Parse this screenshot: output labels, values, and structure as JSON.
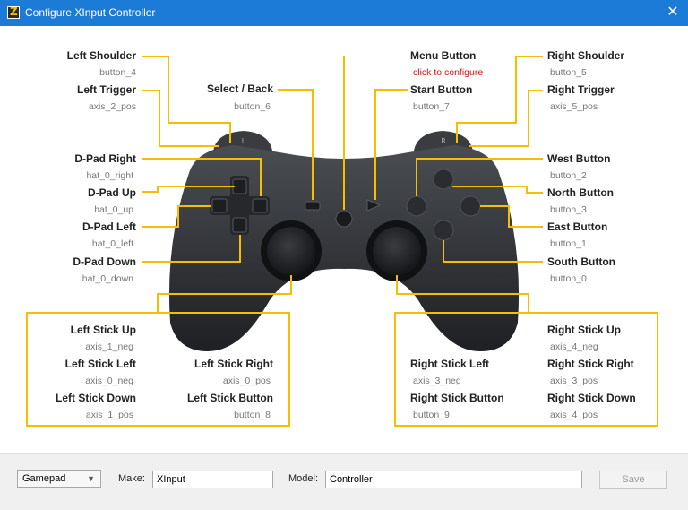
{
  "window": {
    "title": "Configure XInput Controller",
    "close": "✕"
  },
  "labels": {
    "left_shoulder": {
      "name": "Left Shoulder",
      "value": "button_4"
    },
    "left_trigger": {
      "name": "Left Trigger",
      "value": "axis_2_pos"
    },
    "select_back": {
      "name": "Select / Back",
      "value": "button_6"
    },
    "menu_button": {
      "name": "Menu Button",
      "value": "click to configure"
    },
    "start_button": {
      "name": "Start Button",
      "value": "button_7"
    },
    "right_shoulder": {
      "name": "Right Shoulder",
      "value": "button_5"
    },
    "right_trigger": {
      "name": "Right Trigger",
      "value": "axis_5_pos"
    },
    "dpad_right": {
      "name": "D-Pad Right",
      "value": "hat_0_right"
    },
    "dpad_up": {
      "name": "D-Pad Up",
      "value": "hat_0_up"
    },
    "dpad_left": {
      "name": "D-Pad Left",
      "value": "hat_0_left"
    },
    "dpad_down": {
      "name": "D-Pad Down",
      "value": "hat_0_down"
    },
    "west_button": {
      "name": "West Button",
      "value": "button_2"
    },
    "north_button": {
      "name": "North Button",
      "value": "button_3"
    },
    "east_button": {
      "name": "East Button",
      "value": "button_1"
    },
    "south_button": {
      "name": "South Button",
      "value": "button_0"
    },
    "left_stick_up": {
      "name": "Left Stick Up",
      "value": "axis_1_neg"
    },
    "left_stick_left": {
      "name": "Left Stick Left",
      "value": "axis_0_neg"
    },
    "left_stick_right": {
      "name": "Left Stick Right",
      "value": "axis_0_pos"
    },
    "left_stick_down": {
      "name": "Left Stick Down",
      "value": "axis_1_pos"
    },
    "left_stick_button": {
      "name": "Left Stick Button",
      "value": "button_8"
    },
    "right_stick_up": {
      "name": "Right Stick Up",
      "value": "axis_4_neg"
    },
    "right_stick_left": {
      "name": "Right Stick Left",
      "value": "axis_3_neg"
    },
    "right_stick_right": {
      "name": "Right Stick Right",
      "value": "axis_3_pos"
    },
    "right_stick_button": {
      "name": "Right Stick Button",
      "value": "button_9"
    },
    "right_stick_down": {
      "name": "Right Stick Down",
      "value": "axis_4_pos"
    }
  },
  "controller": {
    "left_bumper_mark": "L",
    "right_bumper_mark": "R"
  },
  "footer": {
    "type_selected": "Gamepad",
    "make_label": "Make:",
    "make_value": "XInput",
    "model_label": "Model:",
    "model_value": "Controller",
    "save_label": "Save"
  },
  "colors": {
    "titlebar": "#1c7bd6",
    "guide_lines": "#f5be00",
    "unset_value": "#e01010"
  }
}
